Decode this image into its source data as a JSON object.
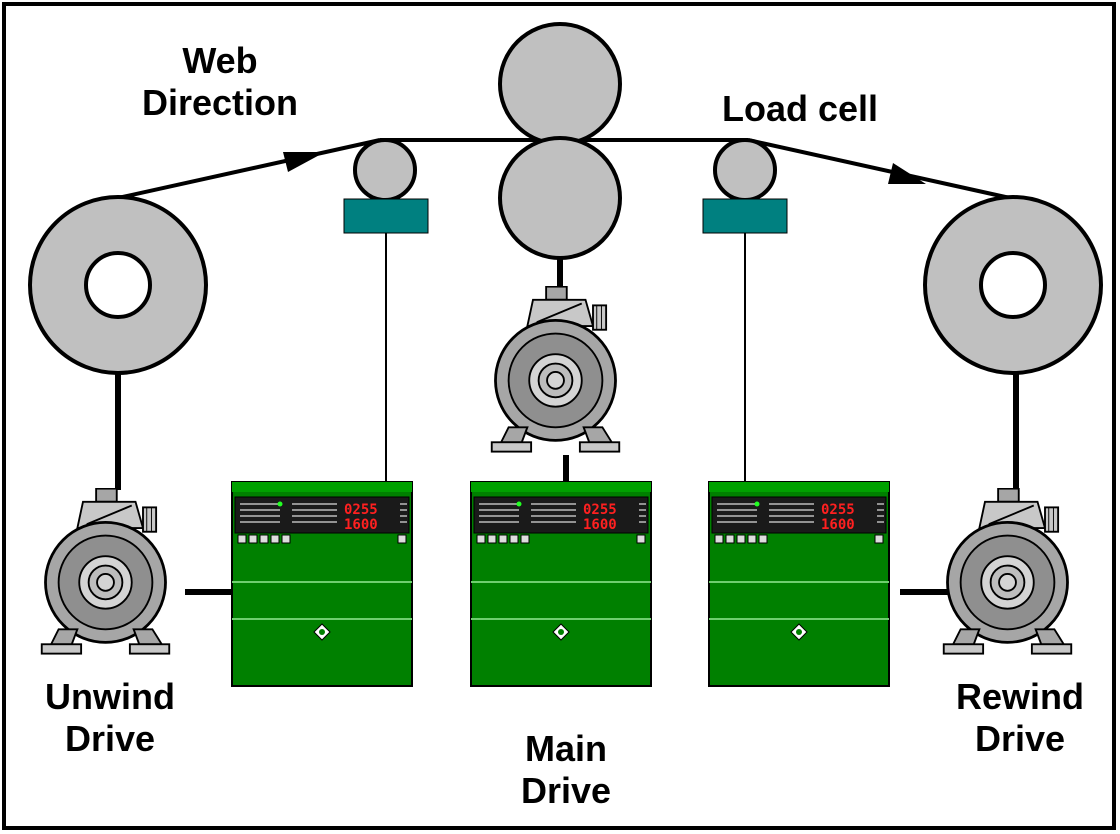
{
  "labels": {
    "web_direction": [
      "Web",
      "Direction"
    ],
    "load_cell": "Load cell",
    "unwind_drive": [
      "Unwind",
      "Drive"
    ],
    "main_drive": [
      "Main",
      "Drive"
    ],
    "rewind_drive": [
      "Rewind",
      "Drive"
    ]
  },
  "drive_display": {
    "line1": "0255",
    "line2": "1600"
  },
  "colors": {
    "roll_fill": "#c0c0c0",
    "load_cell": "#008080",
    "drive_body": "#008000",
    "drive_panel": "#1a1a1a",
    "display_red": "#ff2020",
    "motor_gray": "#a6a6a6"
  },
  "icons": {
    "drive_logo": "diamond-logo-icon",
    "motor": "motor-icon",
    "roll": "roll-icon",
    "arrow": "arrowhead-icon"
  }
}
